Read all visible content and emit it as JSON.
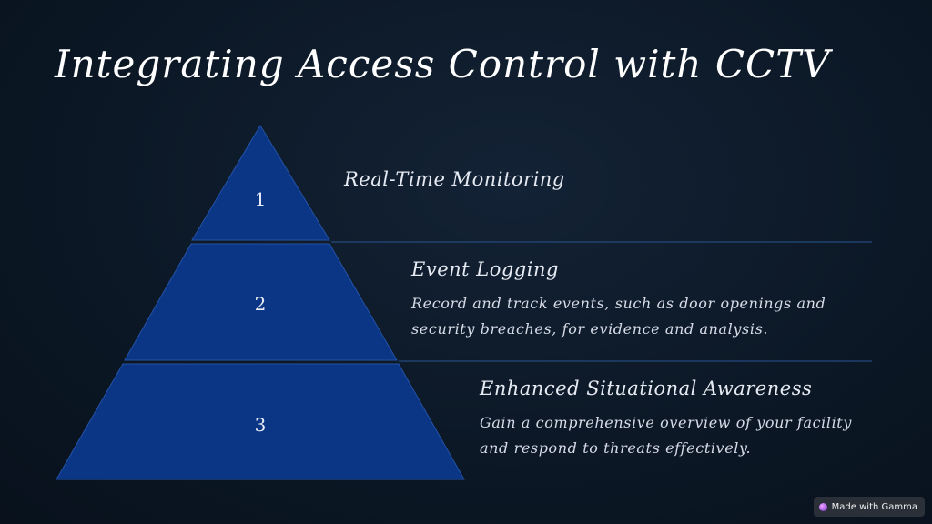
{
  "slide": {
    "title": "Integrating Access Control with CCTV"
  },
  "tiers": [
    {
      "number": "1",
      "heading": "Real-Time Monitoring",
      "description_lines": []
    },
    {
      "number": "2",
      "heading": "Event Logging",
      "description_lines": [
        "Record and track events, such as door openings and",
        "security breaches, for evidence and analysis."
      ]
    },
    {
      "number": "3",
      "heading": "Enhanced Situational Awareness",
      "description_lines": [
        "Gain a comprehensive overview of your facility",
        "and respond to threats effectively."
      ]
    }
  ],
  "colors": {
    "tier_fill": "#0b3585",
    "tier_stroke": "#2453a8",
    "divider": "#23497e"
  },
  "badge": {
    "label": "Made with Gamma",
    "icon": "gamma-logo-icon"
  }
}
